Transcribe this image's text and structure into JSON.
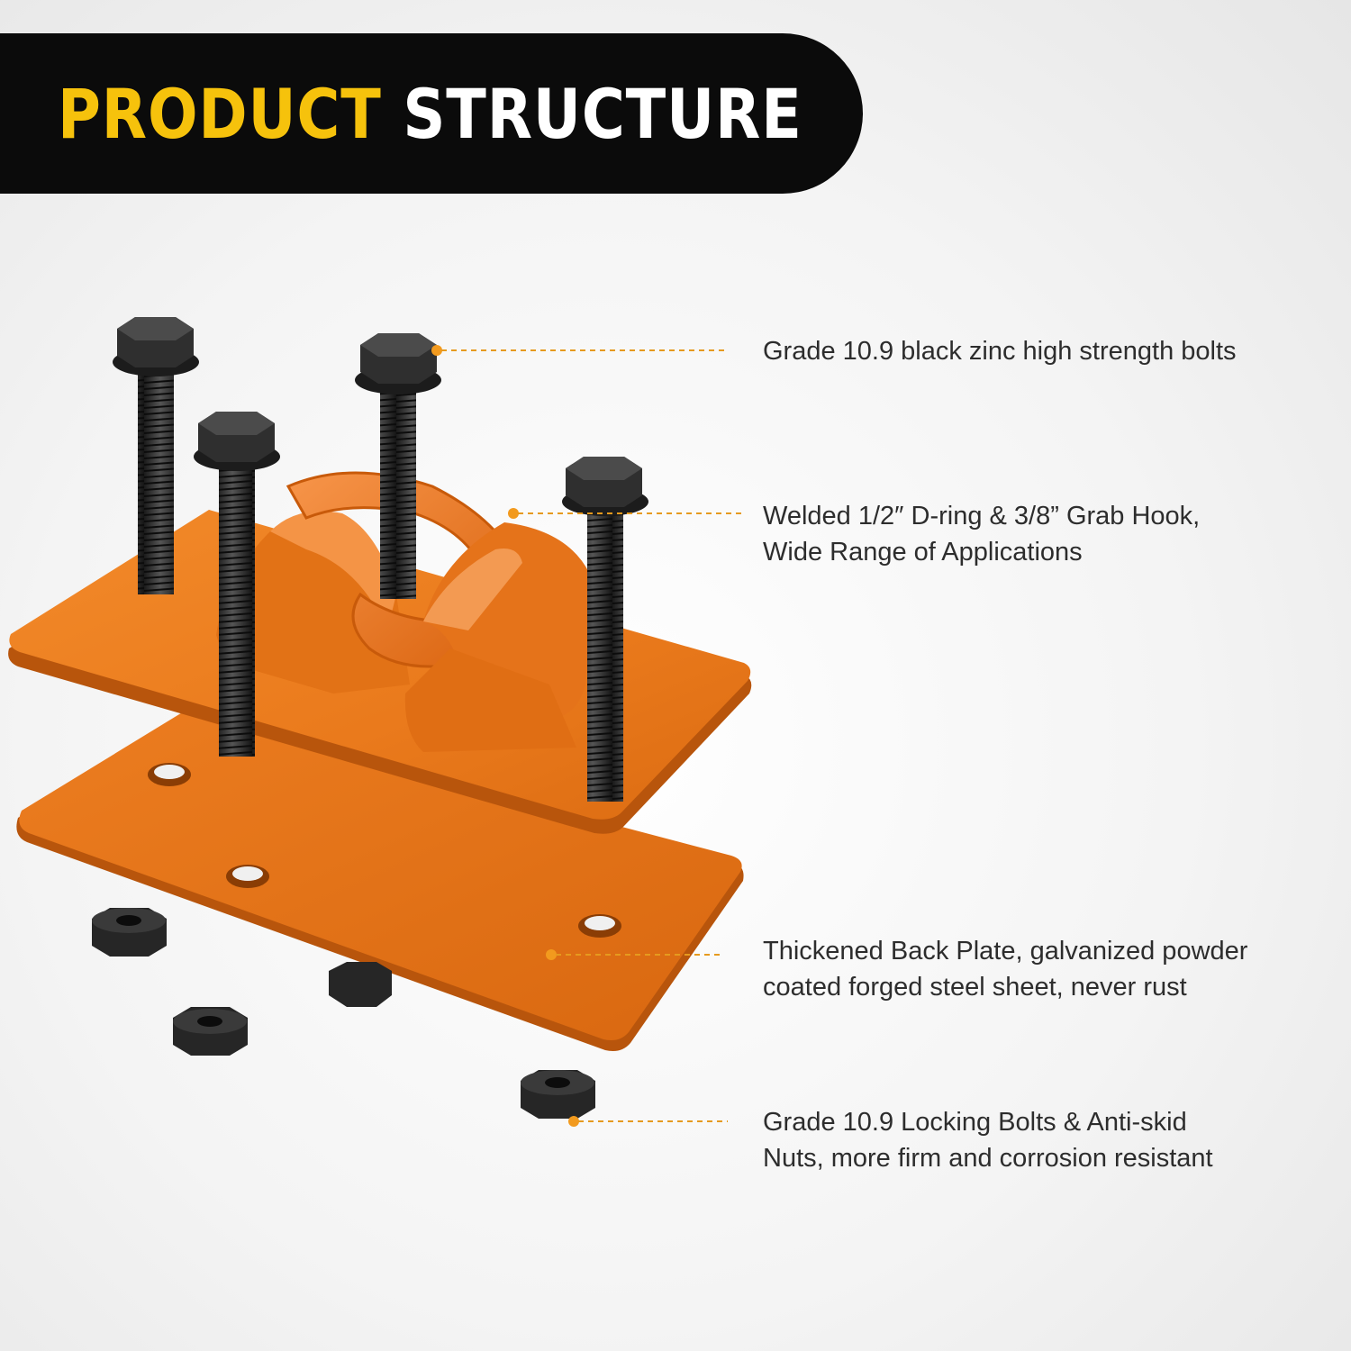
{
  "banner": {
    "title_accent": "PRODUCT",
    "title_main": "STRUCTURE"
  },
  "colors": {
    "banner_bg": "#0b0b0b",
    "accent_yellow": "#f6c20c",
    "plate_orange": "#e8761a",
    "leader_line": "#e69a1e",
    "hardware_black": "#2a2a2a"
  },
  "callouts": [
    {
      "lines": [
        "Grade 10.9 black zinc high strength bolts"
      ]
    },
    {
      "lines": [
        "Welded 1/2″ D-ring & 3/8” Grab Hook,",
        "Wide Range of Applications"
      ]
    },
    {
      "lines": [
        "Thickened Back Plate, galvanized powder",
        "coated forged steel sheet, never rust"
      ]
    },
    {
      "lines": [
        "Grade 10.9 Locking Bolts & Anti-skid",
        "Nuts, more firm and corrosion resistant"
      ]
    }
  ],
  "icons": [
    "bolt-icon",
    "d-ring-icon",
    "grab-hook-icon",
    "back-plate-icon",
    "lock-nut-icon"
  ]
}
